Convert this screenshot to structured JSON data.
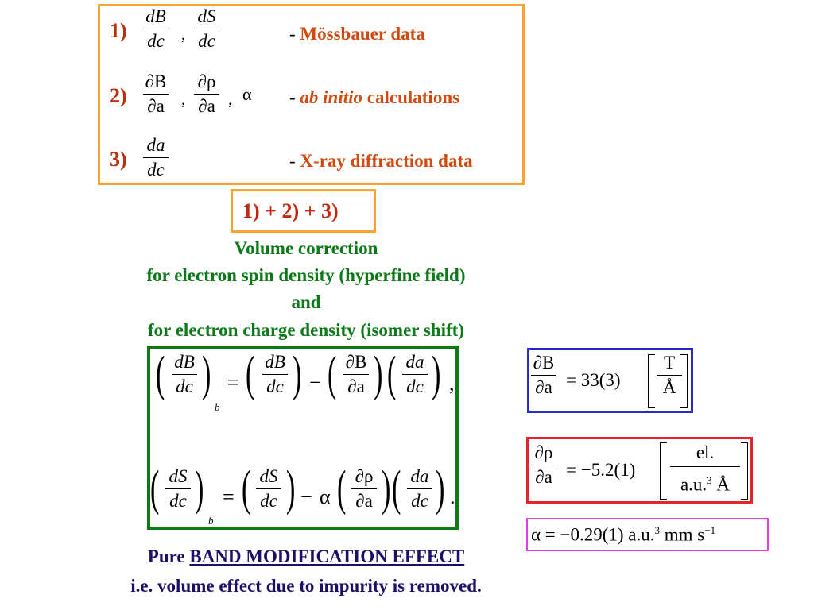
{
  "items": [
    {
      "num": "1)",
      "desc_dash": "- ",
      "desc_text": "Mössbauer data"
    },
    {
      "num": "2)",
      "desc_dash": "- ",
      "desc_italic": "ab initio",
      "desc_text": " calculations"
    },
    {
      "num": "3)",
      "desc_dash": "- ",
      "desc_text": "X-ray diffraction data"
    }
  ],
  "fractions": {
    "dBdc": {
      "n": "dB",
      "d": "dc"
    },
    "dSdc": {
      "n": "dS",
      "d": "dc"
    },
    "pBpa": {
      "n": "∂B",
      "d": "∂a"
    },
    "prpa": {
      "n": "∂ρ",
      "d": "∂a"
    },
    "dadc": {
      "n": "da",
      "d": "dc"
    }
  },
  "symbols": {
    "comma": ",",
    "alpha": "α",
    "minus": "−",
    "equals": "=",
    "period": ".",
    "sub_b": "b"
  },
  "sum_label": "1) + 2) + 3)",
  "volume_text": [
    "Volume correction",
    "for electron spin density (hyperfine field)",
    "and",
    "for electron charge density (isomer shift)"
  ],
  "blue_eq": {
    "value": "= 33(3)",
    "unit_n": "T",
    "unit_d": "Å"
  },
  "red_eq": {
    "value": "= −5.2(1)",
    "unit_n": "el.",
    "unit_d_main": "a.u.",
    "unit_d_sup": "3",
    "unit_d_end": " Å"
  },
  "magenta_eq": {
    "pre": "α = −0.29(1) a.u.",
    "sup1": "3",
    "mid": " mm s",
    "sup2": "−1"
  },
  "bottom": {
    "pure": "Pure ",
    "band": "BAND MODIFICATION EFFECT",
    "line2": "i.e. volume effect due to impurity is removed."
  }
}
